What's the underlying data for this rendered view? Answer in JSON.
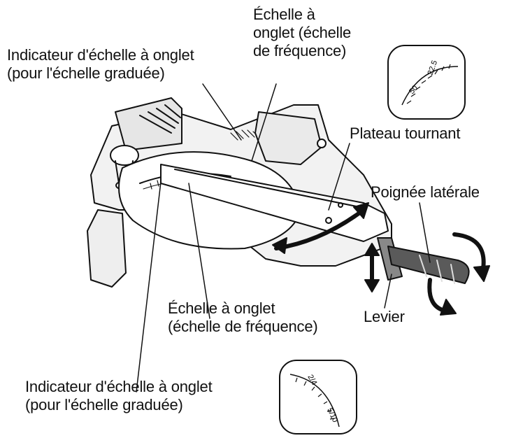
{
  "labels": {
    "miter_indicator_top": [
      "Indicateur d'échelle à onglet",
      "(pour l'échelle graduée)"
    ],
    "miter_scale_top": [
      "Échelle à",
      "onglet (échelle",
      "de fréquence)"
    ],
    "turntable": "Plateau tournant",
    "side_handle": "Poignée latérale",
    "lever": "Levier",
    "miter_scale_bottom": [
      "Échelle à onglet",
      "(échelle de fréquence)"
    ],
    "miter_indicator_bottom": [
      "Indicateur d'échelle à onglet",
      "(pour l'échelle graduée)"
    ]
  },
  "inset_top": {
    "ticks": [
      "50",
      "22.5"
    ]
  },
  "inset_bottom": {
    "ticks": [
      "2/4",
      "5/10"
    ]
  },
  "colors": {
    "ink": "#111111",
    "paper": "#ffffff",
    "shade": "#d9d9d9"
  }
}
